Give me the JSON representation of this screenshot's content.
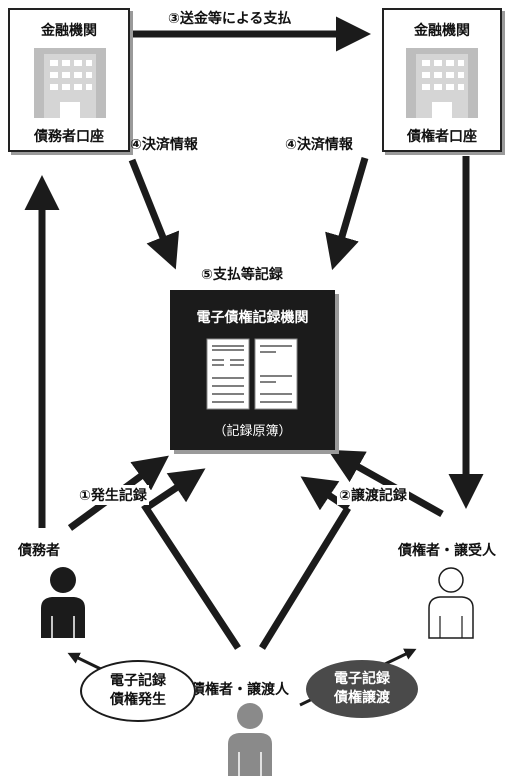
{
  "left_bank": {
    "title": "金融機関",
    "account": "債務者口座"
  },
  "right_bank": {
    "title": "金融機関",
    "account": "債権者口座"
  },
  "flows": {
    "payment": "③送金等による支払",
    "settlement_left": "④決済情報",
    "settlement_right": "④決済情報",
    "payment_record": "⑤支払等記録",
    "occurrence_record": "①発生記録",
    "transfer_record": "②譲渡記録"
  },
  "registry": {
    "title": "電子債権記録機関",
    "subtitle": "（記録原簿）"
  },
  "parties": {
    "debtor": "債務者",
    "transferee": "債権者・譲受人",
    "transferor": "債権者・譲渡人"
  },
  "actions": {
    "occurrence": [
      "電子記録",
      "債権発生"
    ],
    "transfer": [
      "電子記録",
      "債権譲渡"
    ]
  },
  "colors": {
    "ink": "#1b1b1b",
    "shadow": "#9a9a9a",
    "gray_person": "#8a8a8a"
  }
}
